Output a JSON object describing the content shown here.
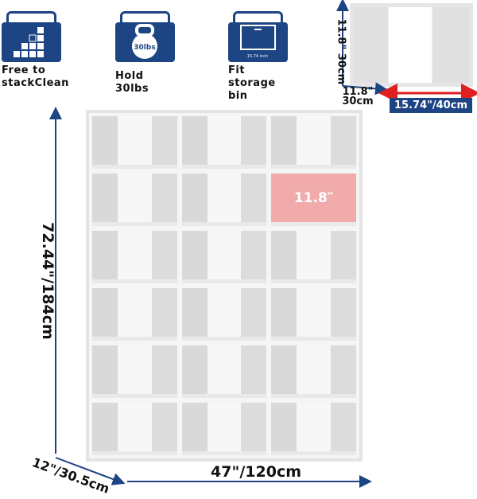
{
  "features": [
    {
      "icon": "stack-blocks-icon",
      "label": "Free to stackClean"
    },
    {
      "icon": "kettlebell-icon",
      "label": "Hold 30lbs",
      "icon_text": "30lbs"
    },
    {
      "icon": "storage-bin-icon",
      "label": "Fit storage bin",
      "icon_text": "15.74 inch"
    }
  ],
  "cube": {
    "height": "11.8\" 30cm",
    "depth": "11.8\" 30cm",
    "width": "15.74\"/40cm"
  },
  "shelf": {
    "cube_label": "11.8″",
    "height": "72.44\"/184cm",
    "width": "47\"/120cm",
    "depth": "12\"/30.5cm",
    "rows": 6,
    "cols": 3
  },
  "colors": {
    "brand": "#1d4483",
    "arrow_red": "#e02020",
    "highlight": "#f08c8c"
  }
}
